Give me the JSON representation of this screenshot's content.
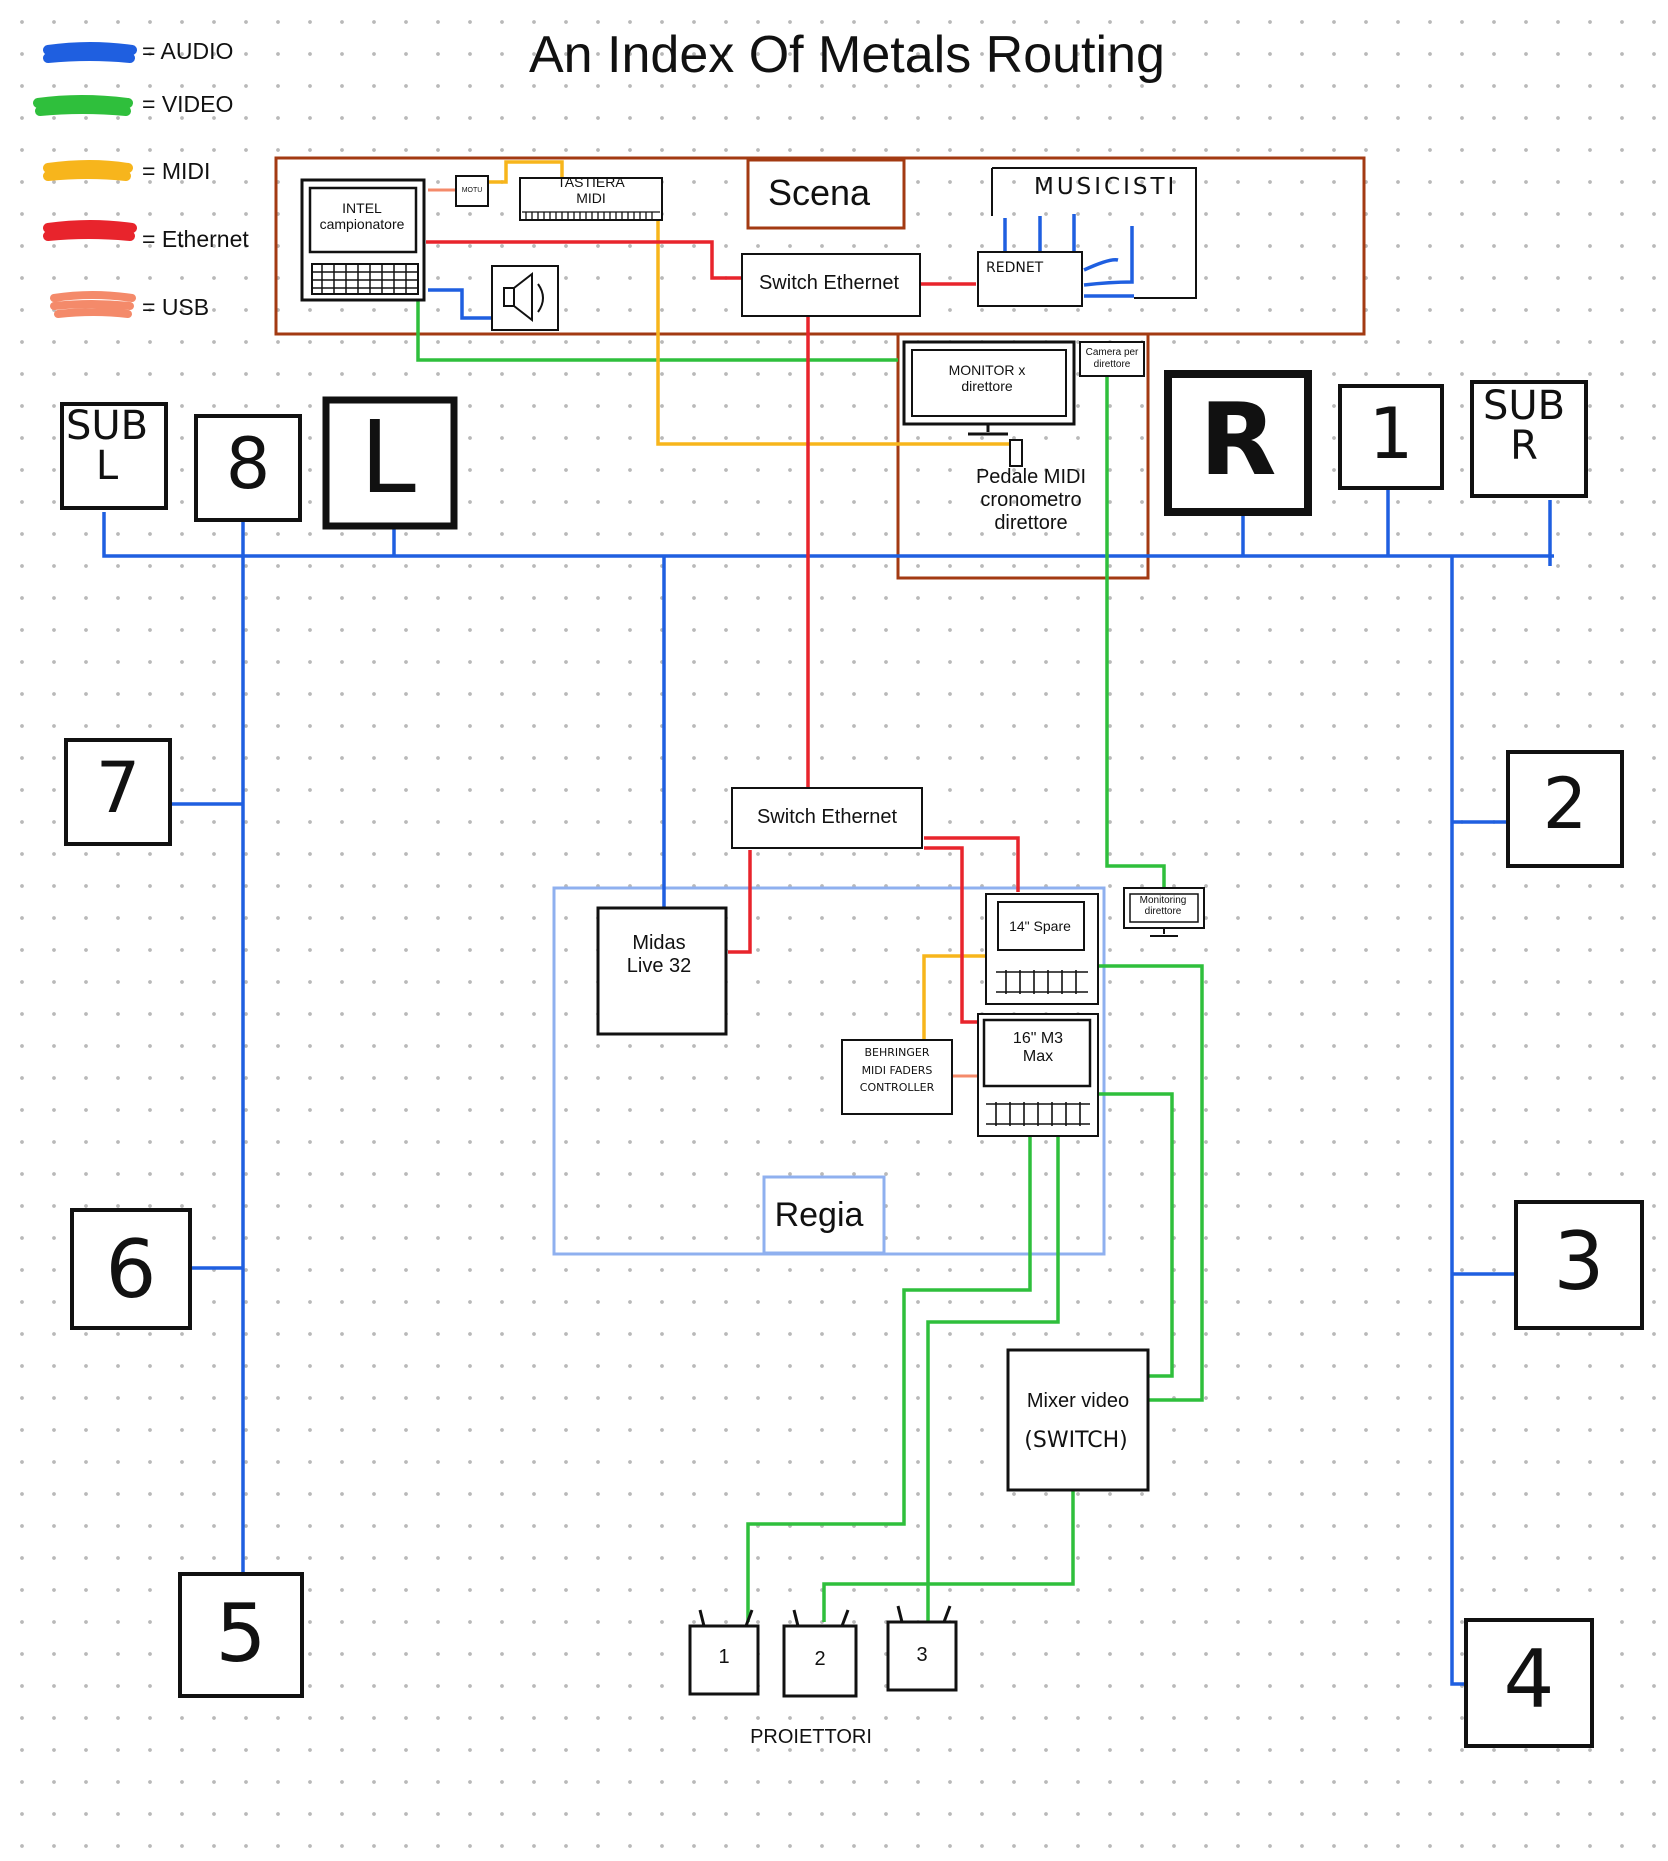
{
  "title": "An Index Of Metals Routing",
  "legend": [
    {
      "label": "= AUDIO",
      "color": "#1f5fe0"
    },
    {
      "label": "= VIDEO",
      "color": "#2fbf3c"
    },
    {
      "label": "= MIDI",
      "color": "#f7b51c"
    },
    {
      "label": "= Ethernet",
      "color": "#e8242c"
    },
    {
      "label": "= USB",
      "color": "#f48a6a"
    }
  ],
  "scena": {
    "label": "Scena",
    "computer": "INTEL\ncampionatore",
    "motu": "MOTU",
    "keyboard": "TASTIERA\nMIDI",
    "musicians": "MUSICISTI",
    "rednet": "REDNET",
    "switch": "Switch Ethernet",
    "monitor": "MONITOR x\ndirettore",
    "camera": "Camera per\ndirettore",
    "pedal": "Pedale MIDI\ncronometro\ndirettore"
  },
  "speakers": {
    "sub_l": "SUB\nL",
    "s8": "8",
    "l": "L",
    "r": "R",
    "s1": "1",
    "sub_r": "SUB\nR",
    "s7": "7",
    "s6": "6",
    "s5": "5",
    "s2": "2",
    "s3": "3",
    "s4": "4"
  },
  "regia": {
    "label": "Regia",
    "switch": "Switch Ethernet",
    "midas": "Midas\nLive 32",
    "laptop_spare": "14\" Spare",
    "laptop_main": "16\" M3\nMax",
    "behringer": "BEHRINGER\nMIDI FADERS\nCONTROLLER",
    "monitoring": "Monitoring\ndirettore"
  },
  "mixer_video": {
    "label": "Mixer video",
    "sub": "(SWITCH)"
  },
  "projectors": {
    "p1": "1",
    "p2": "2",
    "p3": "3",
    "label": "PROIETTORI"
  },
  "colors": {
    "audio": "#1f5fe0",
    "video": "#2fbf3c",
    "midi": "#f7b51c",
    "ethernet": "#e8242c",
    "usb": "#f48a6a",
    "scena_border": "#a33a12",
    "regia_border": "#8fb0ef"
  }
}
